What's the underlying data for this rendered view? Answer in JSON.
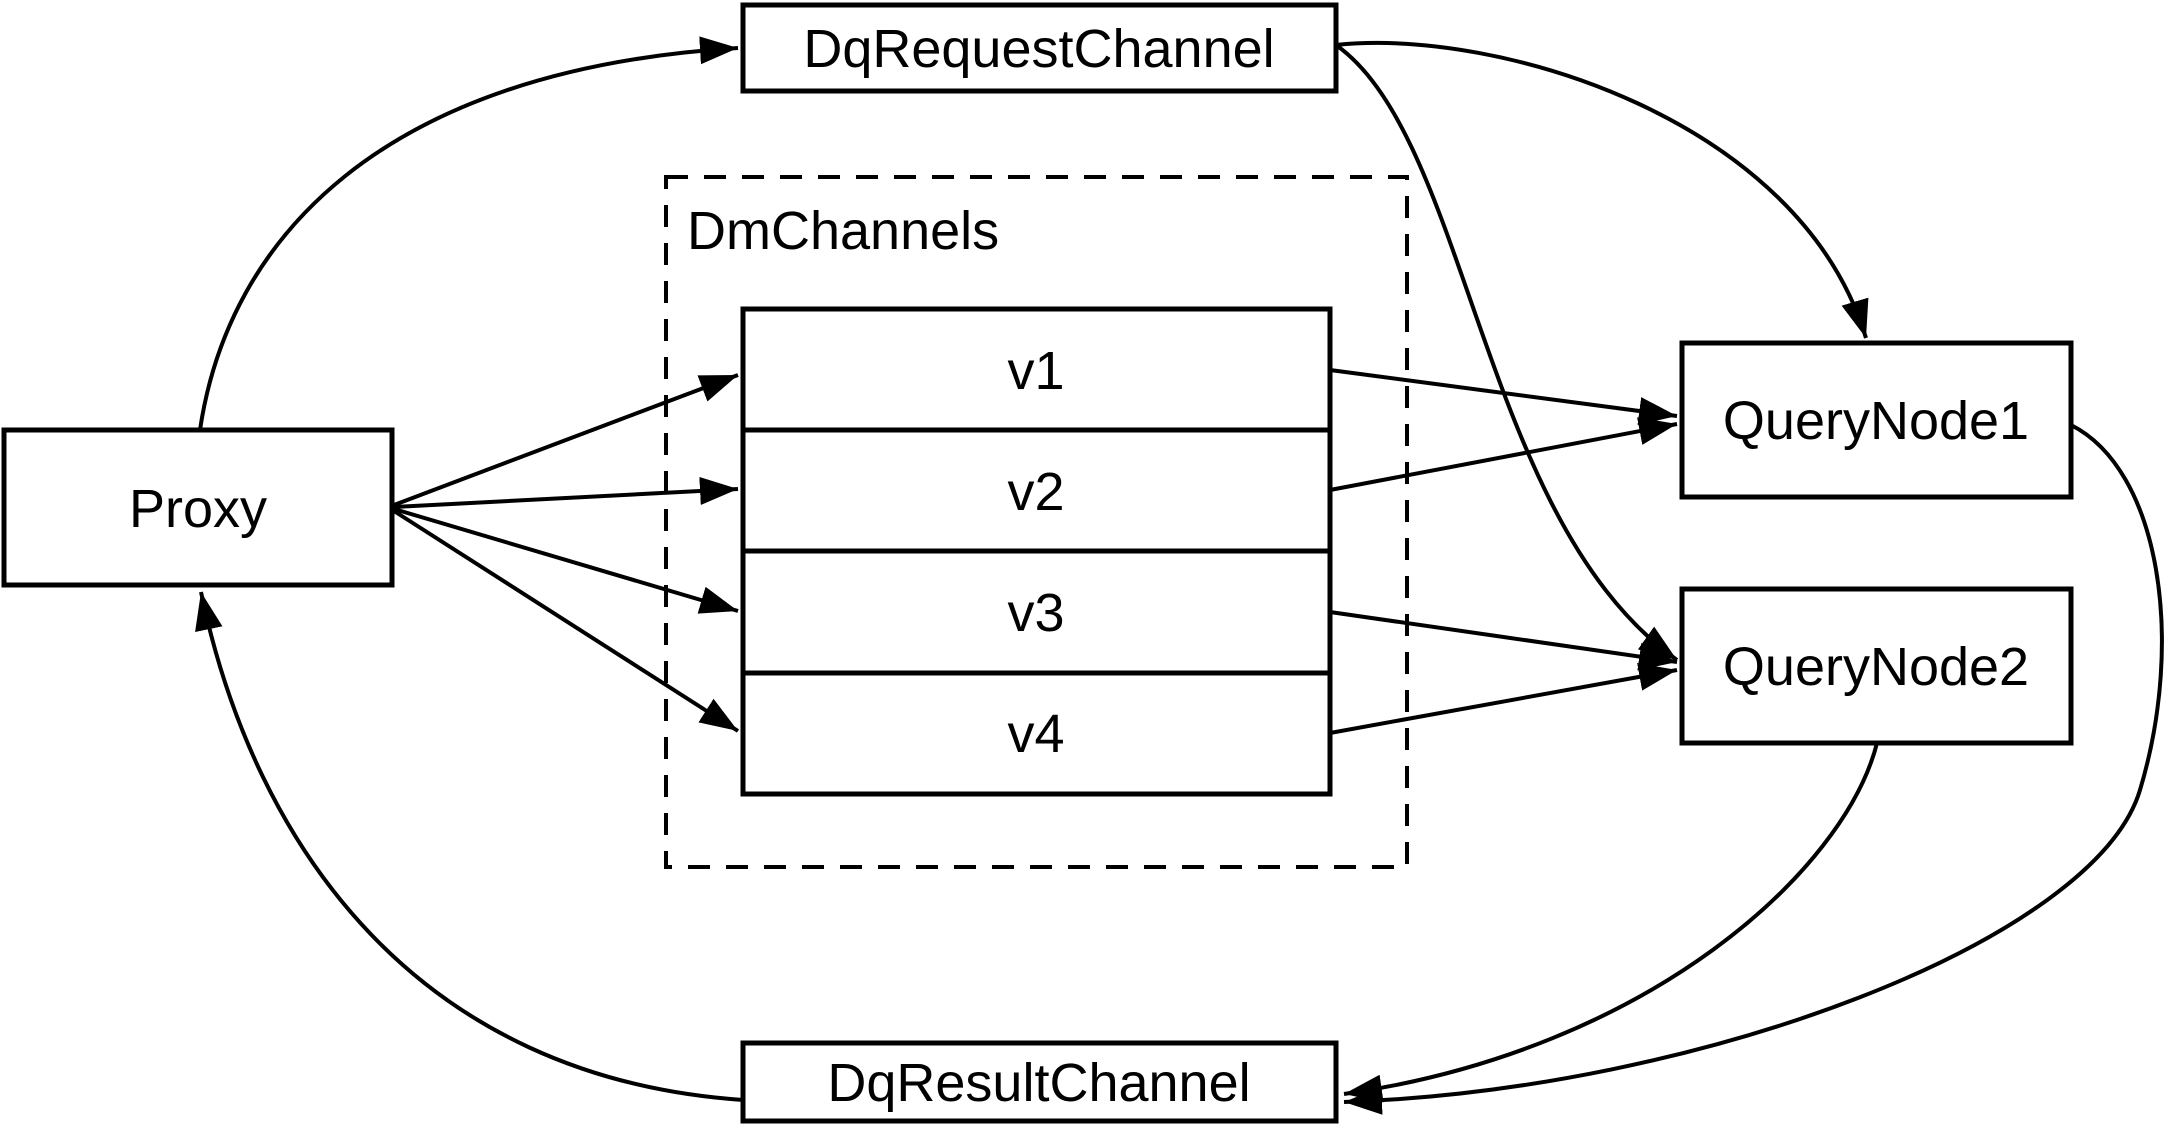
{
  "diagram": {
    "background": "#ffffff",
    "stroke_color": "#000000",
    "node_fill": "#ffffff",
    "nodes": {
      "proxy": {
        "label": "Proxy"
      },
      "dq_request_channel": {
        "label": "DqRequestChannel"
      },
      "dm_channels": {
        "label": "DmChannels",
        "channels": [
          {
            "label": "v1"
          },
          {
            "label": "v2"
          },
          {
            "label": "v3"
          },
          {
            "label": "v4"
          }
        ]
      },
      "query_node_1": {
        "label": "QueryNode1"
      },
      "query_node_2": {
        "label": "QueryNode2"
      },
      "dq_result_channel": {
        "label": "DqResultChannel"
      }
    },
    "edges": [
      {
        "from": "Proxy",
        "to": "DqRequestChannel"
      },
      {
        "from": "Proxy",
        "to": "v1"
      },
      {
        "from": "Proxy",
        "to": "v2"
      },
      {
        "from": "Proxy",
        "to": "v3"
      },
      {
        "from": "Proxy",
        "to": "v4"
      },
      {
        "from": "v1",
        "to": "QueryNode1"
      },
      {
        "from": "v2",
        "to": "QueryNode1"
      },
      {
        "from": "v3",
        "to": "QueryNode2"
      },
      {
        "from": "v4",
        "to": "QueryNode2"
      },
      {
        "from": "DqRequestChannel",
        "to": "QueryNode1"
      },
      {
        "from": "DqRequestChannel",
        "to": "QueryNode2"
      },
      {
        "from": "QueryNode1",
        "to": "DqResultChannel"
      },
      {
        "from": "QueryNode2",
        "to": "DqResultChannel"
      },
      {
        "from": "DqResultChannel",
        "to": "Proxy"
      }
    ]
  }
}
